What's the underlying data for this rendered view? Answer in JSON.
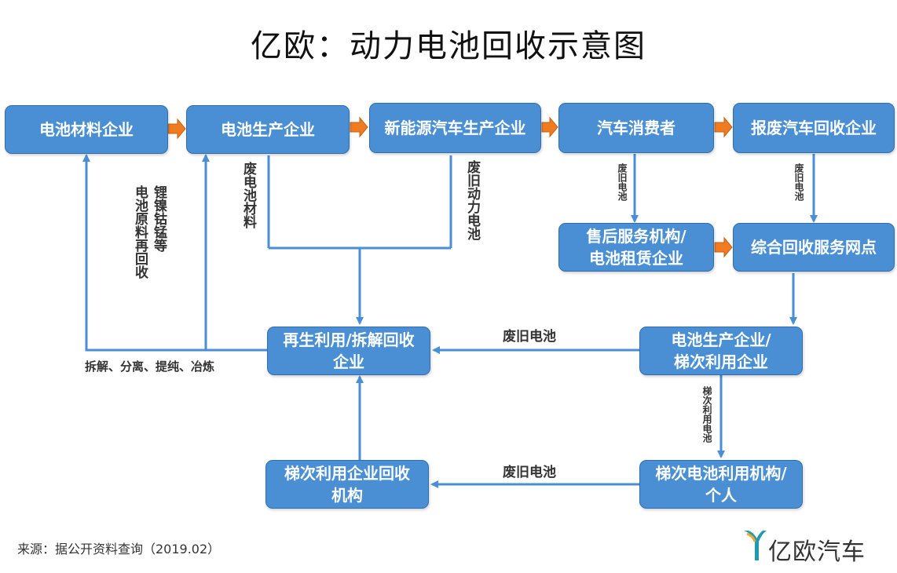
{
  "title": "亿欧：动力电池回收示意图",
  "nodes": {
    "battery_material": "电池材料企业",
    "battery_production": "电池生产企业",
    "nev_production": "新能源汽车生产企业",
    "consumer": "汽车消费者",
    "scrap_recycling": "报废汽车回收企业",
    "aftersales_line1": "售后服务机构/",
    "aftersales_line2": "电池租赁企业",
    "service_point": "综合回收服务网点",
    "recycle_line1": "再生利用/拆解回收",
    "recycle_line2": "企业",
    "cascade_ent_line1": "电池生产企业/",
    "cascade_ent_line2": "梯次利用企业",
    "cascade_recycle_line1": "梯次利用企业回收",
    "cascade_recycle_line2": "机构",
    "cascade_user_line1": "梯次电池利用机构/",
    "cascade_user_line2": "个人"
  },
  "labels": {
    "metal_recycle_a": "锂镍钴锰等",
    "metal_recycle_b": "电池原料再回收",
    "waste_material": "废电池材料",
    "waste_power_battery": "废旧动力电池",
    "waste_battery_consumer": "废旧电池",
    "waste_battery_scrap": "废旧电池",
    "process": "拆解、分离、提纯、冶炼",
    "waste_battery_mid": "废旧电池",
    "waste_battery_bottom": "废旧电池",
    "cascade_use_battery": "梯次利用电池"
  },
  "source": "来源：据公开资料查询（2019.02）",
  "logo": {
    "text": "亿欧汽车",
    "icon": "yiou-logo-icon"
  },
  "colors": {
    "box": "#4a8fd3",
    "arrow_orange": "#f07c22",
    "line_blue": "#4a8fd3"
  }
}
